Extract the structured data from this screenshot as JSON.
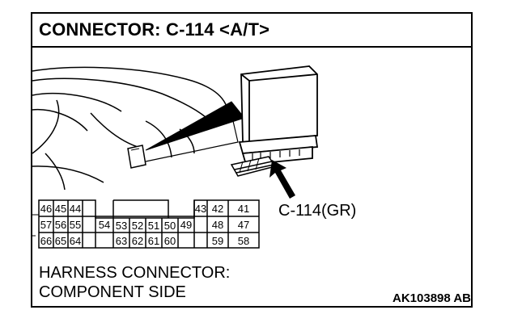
{
  "title": "CONNECTOR: C-114 <A/T>",
  "connector_label": "C-114(GR)",
  "harness_label": {
    "line1": "HARNESS CONNECTOR:",
    "line2": "COMPONENT SIDE"
  },
  "figure_code": "AK103898 AB",
  "pin_grid": {
    "row1": [
      "46",
      "45",
      "44",
      "43",
      "42",
      "41"
    ],
    "row2": [
      "57",
      "56",
      "55",
      "54",
      "53",
      "52",
      "51",
      "50",
      "49",
      "48",
      "47"
    ],
    "row3": [
      "66",
      "65",
      "64",
      "63",
      "62",
      "61",
      "60",
      "59",
      "58"
    ]
  },
  "colors": {
    "line": "#000000",
    "background": "#ffffff"
  },
  "icons": {
    "connector_arrow": "arrow-icon",
    "ecu_module": "ecu-module-icon"
  }
}
